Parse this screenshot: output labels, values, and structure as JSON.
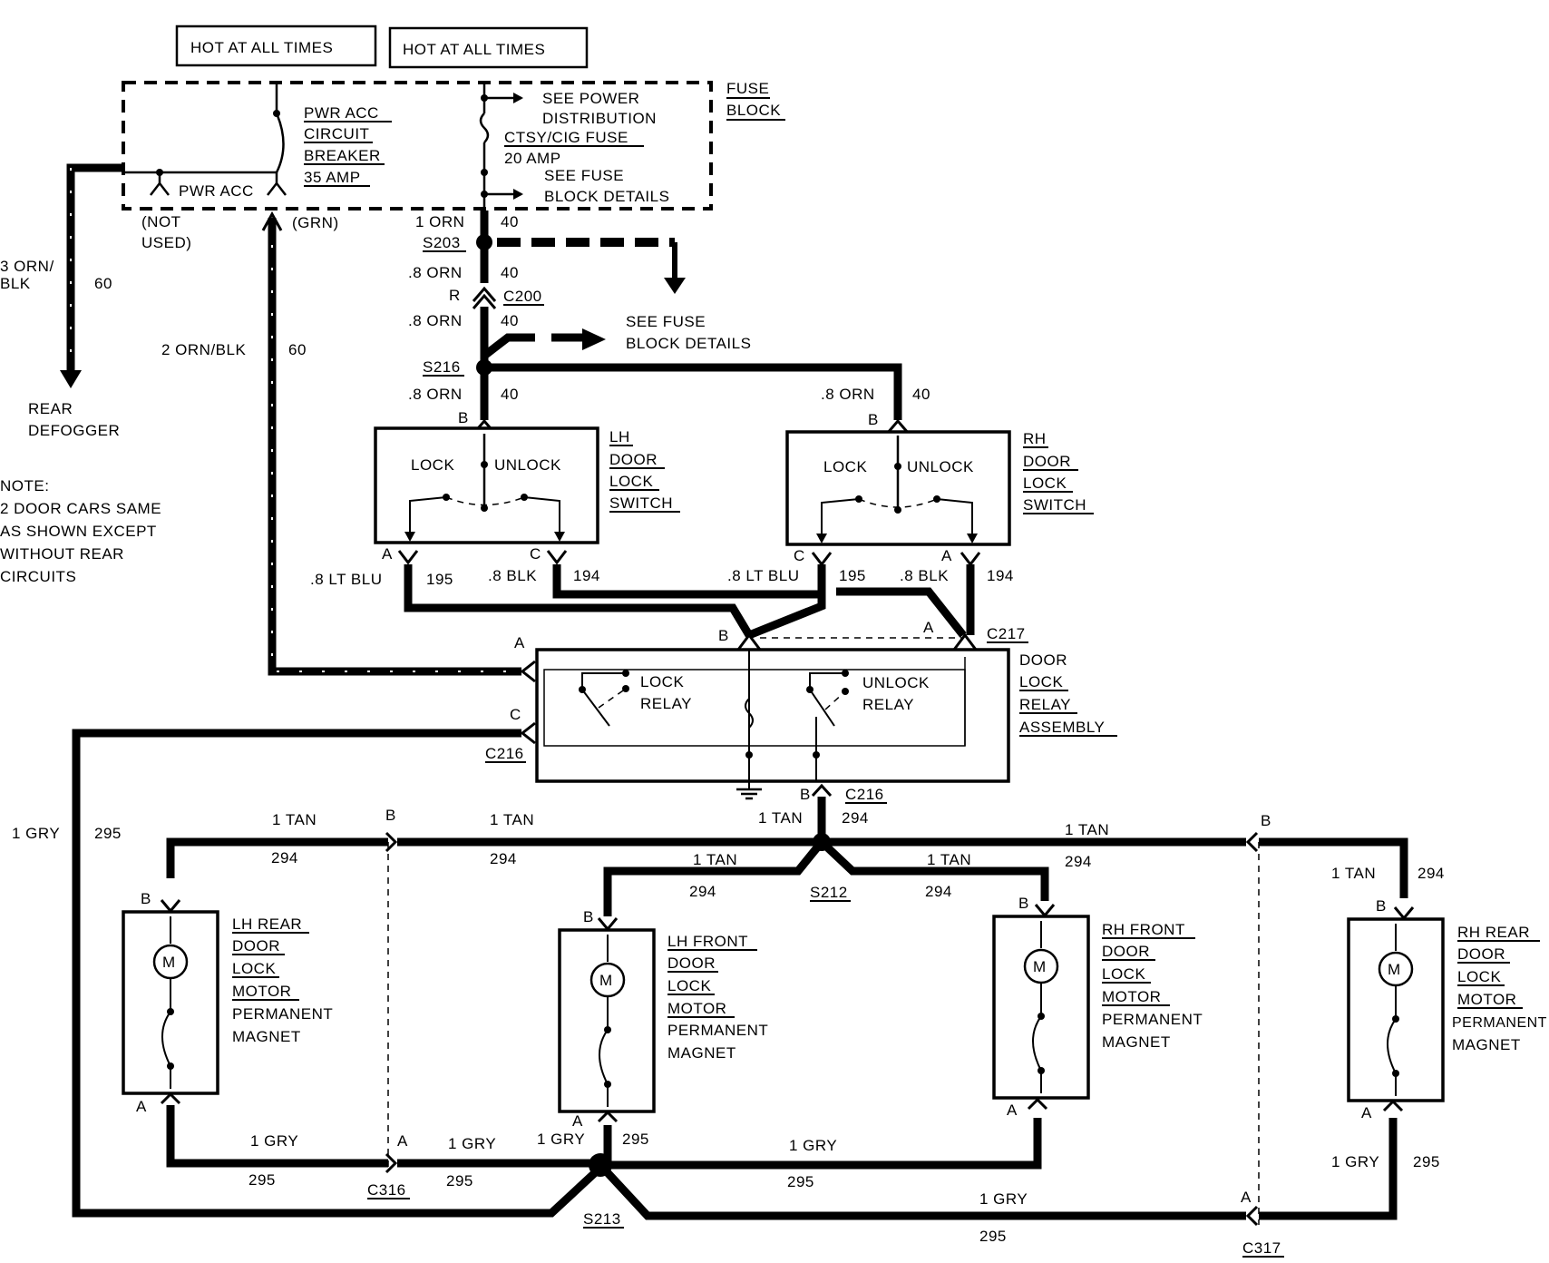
{
  "header": {
    "hot_left": "HOT AT ALL TIMES",
    "hot_right": "HOT AT ALL TIMES"
  },
  "fuse_block": {
    "title_1": "FUSE",
    "title_2": "BLOCK",
    "breaker_1": "PWR ACC",
    "breaker_2": "CIRCUIT",
    "breaker_3": "BREAKER",
    "breaker_4": "35 AMP",
    "pwr_acc": "PWR ACC",
    "not_used_1": "(NOT",
    "not_used_2": "USED)",
    "grn": "(GRN)",
    "see_power_1": "SEE POWER",
    "see_power_2": "DISTRIBUTION",
    "ctsy_1": "CTSY/CIG FUSE",
    "ctsy_2": "20 AMP",
    "see_fuse_1": "SEE FUSE",
    "see_fuse_2": "BLOCK DETAILS"
  },
  "feed": {
    "w1": "1 ORN",
    "n1": "40",
    "s203": "S203",
    "w2": ".8 ORN",
    "n2": "40",
    "r": "R",
    "c200": "C200",
    "w3": ".8 ORN",
    "n3": "40",
    "see_fuse_1": "SEE FUSE",
    "see_fuse_2": "BLOCK DETAILS",
    "s216": "S216",
    "w4": ".8 ORN",
    "n4": "40",
    "w5": ".8 ORN",
    "n5": "40"
  },
  "left_side": {
    "w_defog_1": "3 ORN/",
    "w_defog_2": "BLK",
    "n_defog": "60",
    "rear_1": "REAR",
    "rear_2": "DEFOGGER",
    "w_relay": "2 ORN/BLK",
    "n_relay": "60",
    "note_1": "NOTE:",
    "note_2": "2 DOOR CARS SAME",
    "note_3": "AS SHOWN EXCEPT",
    "note_4": "WITHOUT REAR",
    "note_5": "CIRCUITS"
  },
  "lh_switch": {
    "pin_b": "B",
    "lock": "LOCK",
    "unlock": "UNLOCK",
    "title_1": "LH",
    "title_2": "DOOR",
    "title_3": "LOCK",
    "title_4": "SWITCH",
    "pin_a": "A",
    "pin_c": "C",
    "w_a": ".8 LT BLU",
    "n_a": "195",
    "w_c": ".8 BLK",
    "n_c": "194"
  },
  "rh_switch": {
    "pin_b": "B",
    "lock": "LOCK",
    "unlock": "UNLOCK",
    "title_1": "RH",
    "title_2": "DOOR",
    "title_3": "LOCK",
    "title_4": "SWITCH",
    "pin_c": "C",
    "pin_a": "A",
    "w_c": ".8 LT BLU",
    "n_c": "195",
    "w_a": ".8 BLK",
    "n_a": "194"
  },
  "relay": {
    "pin_b": "B",
    "pin_a": "A",
    "c217": "C217",
    "title_1": "DOOR",
    "title_2": "LOCK",
    "title_3": "RELAY",
    "title_4": "ASSEMBLY",
    "lock_1": "LOCK",
    "lock_2": "RELAY",
    "unlock_1": "UNLOCK",
    "unlock_2": "RELAY",
    "pin_a_left": "A",
    "pin_c_left": "C",
    "c216_left": "C216",
    "pin_b_bottom": "B",
    "c216_bottom": "C216"
  },
  "tan_bus": {
    "w_out": "1 TAN",
    "n_out": "294",
    "w_left1": "1 TAN",
    "n_left1": "294",
    "b_c316": "B",
    "w_left2": "1 TAN",
    "n_left2": "294",
    "w_right1": "1 TAN",
    "n_right1": "294",
    "b_c317": "B",
    "w_rr": "1 TAN",
    "n_rr": "294",
    "w_lf": "1 TAN",
    "n_lf": "294",
    "w_rf": "1 TAN",
    "n_rf": "294",
    "s212": "S212"
  },
  "gry_bus": {
    "w_trunk": "1 GRY",
    "n_trunk": "295",
    "w_lr": "1 GRY",
    "n_lr": "295",
    "a_c316": "A",
    "c316": "C316",
    "w_mid": "1 GRY",
    "n_mid": "295",
    "w_lf": "1 GRY",
    "n_lf": "295",
    "w_rf": "1 GRY",
    "n_rf": "295",
    "s213": "S213",
    "w_long": "1 GRY",
    "n_long": "295",
    "a_c317": "A",
    "c317": "C317",
    "w_rr": "1 GRY",
    "n_rr": "295"
  },
  "motors": {
    "lh_rear": {
      "pin_b": "B",
      "pin_a": "A",
      "m": "M",
      "t1": "LH REAR",
      "t2": "DOOR",
      "t3": "LOCK",
      "t4": "MOTOR",
      "t5": "PERMANENT",
      "t6": "MAGNET"
    },
    "lh_front": {
      "pin_b": "B",
      "pin_a": "A",
      "m": "M",
      "t1": "LH FRONT",
      "t2": "DOOR",
      "t3": "LOCK",
      "t4": "MOTOR",
      "t5": "PERMANENT",
      "t6": "MAGNET"
    },
    "rh_front": {
      "pin_b": "B",
      "pin_a": "A",
      "m": "M",
      "t1": "RH FRONT",
      "t2": "DOOR",
      "t3": "LOCK",
      "t4": "MOTOR",
      "t5": "PERMANENT",
      "t6": "MAGNET"
    },
    "rh_rear": {
      "pin_b": "B",
      "pin_a": "A",
      "m": "M",
      "t1": "RH REAR",
      "t2": "DOOR",
      "t3": "LOCK",
      "t4": "MOTOR",
      "t5": "PERMANENT",
      "t6": "MAGNET"
    }
  }
}
